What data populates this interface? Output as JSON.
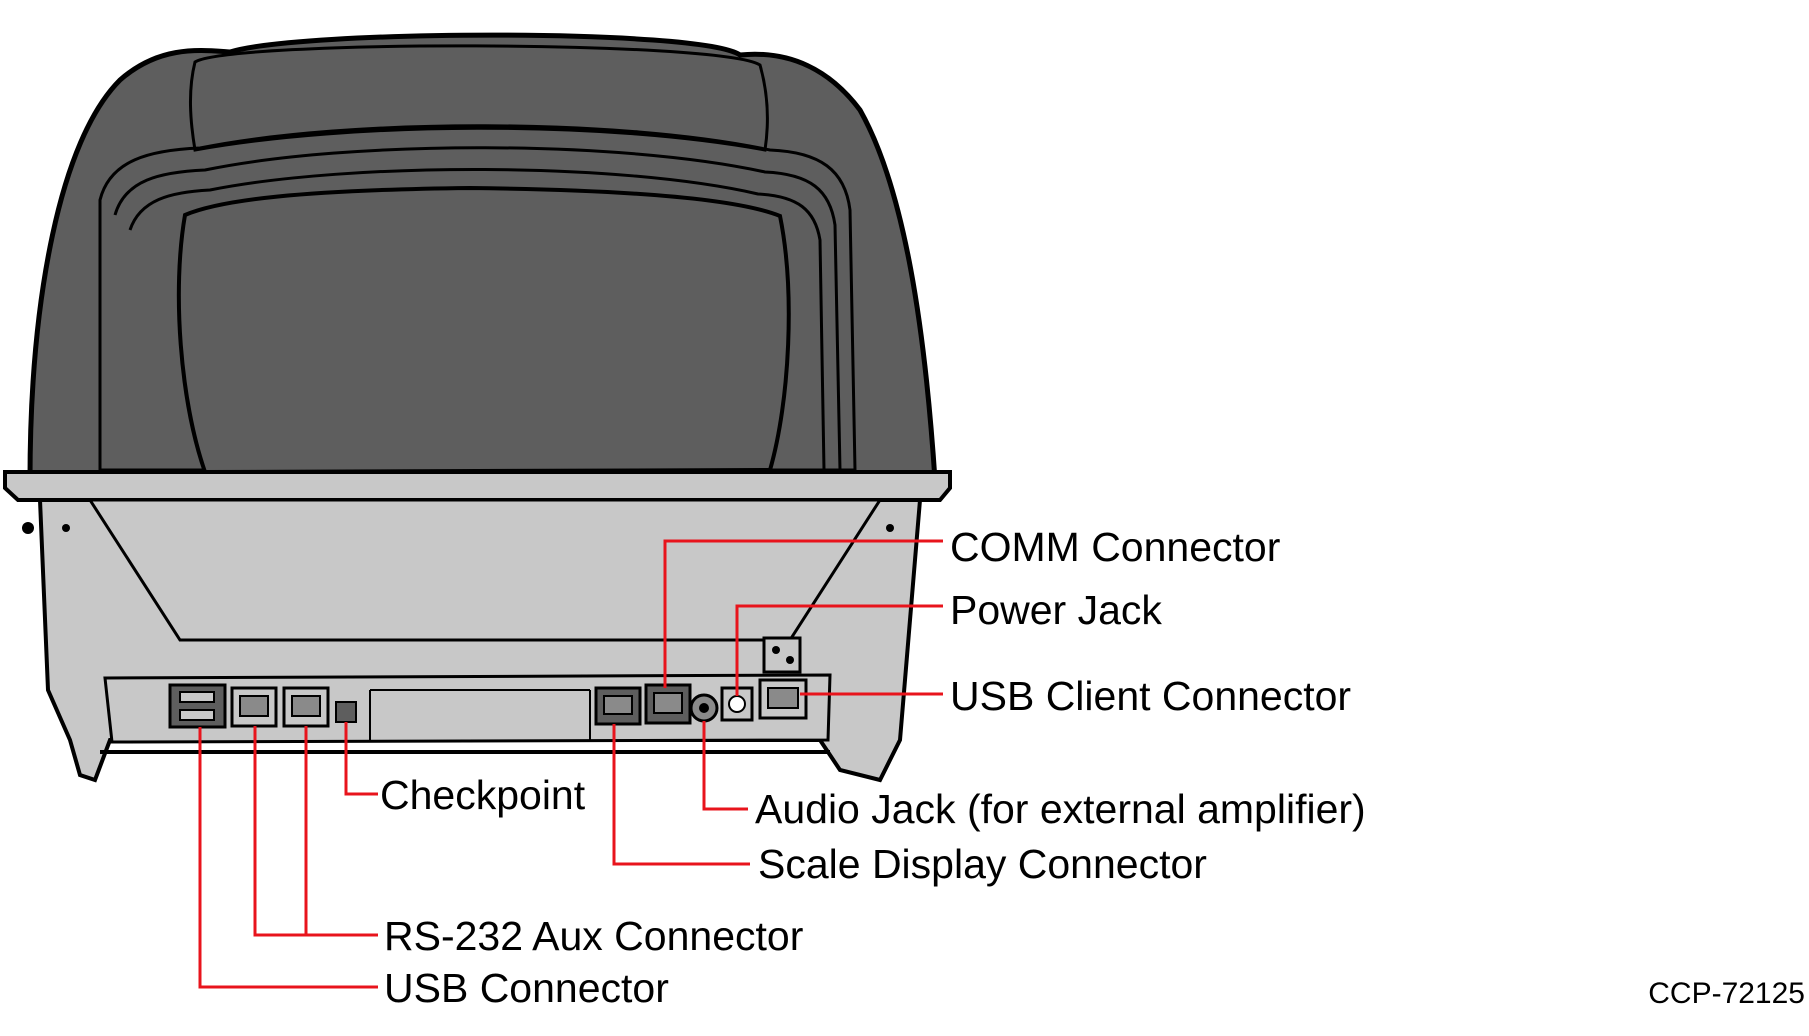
{
  "figure_id": "CCP-72125",
  "callouts": {
    "comm": "COMM Connector",
    "power": "Power Jack",
    "usb_client": "USB Client Connector",
    "checkpoint": "Checkpoint",
    "audio": "Audio Jack (for external amplifier)",
    "scale": "Scale Display Connector",
    "rs232": "RS-232 Aux Connector",
    "usb": "USB Connector"
  },
  "colors": {
    "leader": "#e8141c",
    "body_dark": "#5e5e5e",
    "body_light": "#c8c8c8",
    "outline": "#000000"
  }
}
